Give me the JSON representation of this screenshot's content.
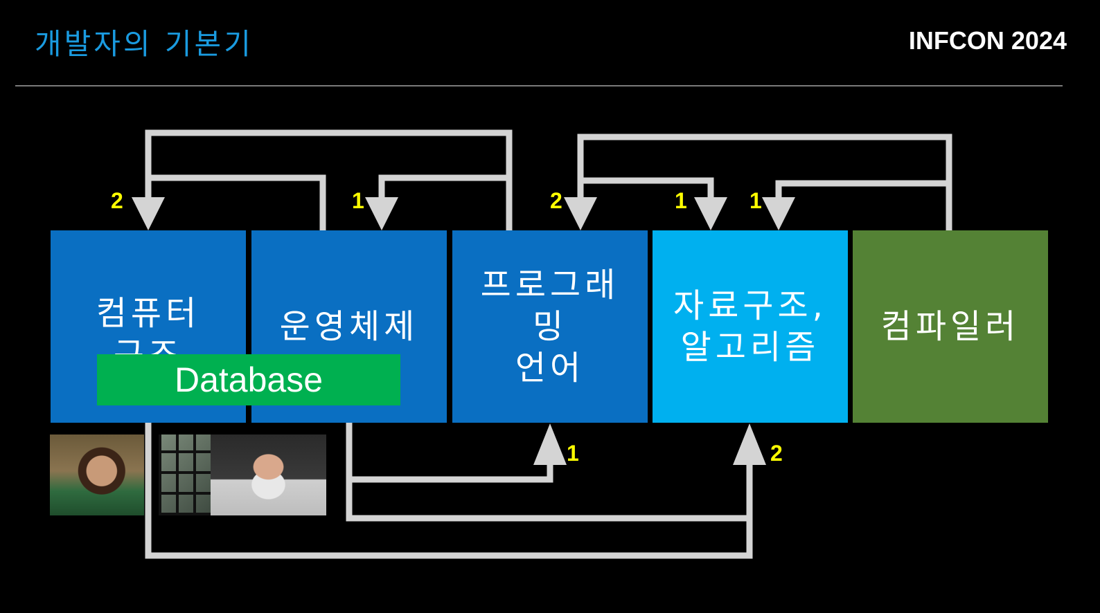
{
  "header": {
    "title": "개발자의 기본기",
    "brand": "INFCON 2024"
  },
  "boxes": {
    "computer_architecture": "컴퓨터\n구조",
    "operating_system": "운영체제",
    "programming_language": "프로그래\n밍\n언어",
    "data_structures": "자료구조,\n알고리즘",
    "compiler": "컴파일러"
  },
  "overlay": {
    "database": "Database"
  },
  "numbers": {
    "top_computer": "2",
    "top_os": "1",
    "top_pl": "2",
    "top_ds_a": "1",
    "top_ds_b": "1",
    "bottom_pl": "1",
    "bottom_ds": "2"
  },
  "colors": {
    "title": "#1a9be0",
    "box_dark_blue": "#0a6fc2",
    "box_light_blue": "#00b0ef",
    "box_green": "#548235",
    "database_green": "#00b050",
    "number_yellow": "#ffff00",
    "arrow_gray": "#d4d4d4"
  }
}
